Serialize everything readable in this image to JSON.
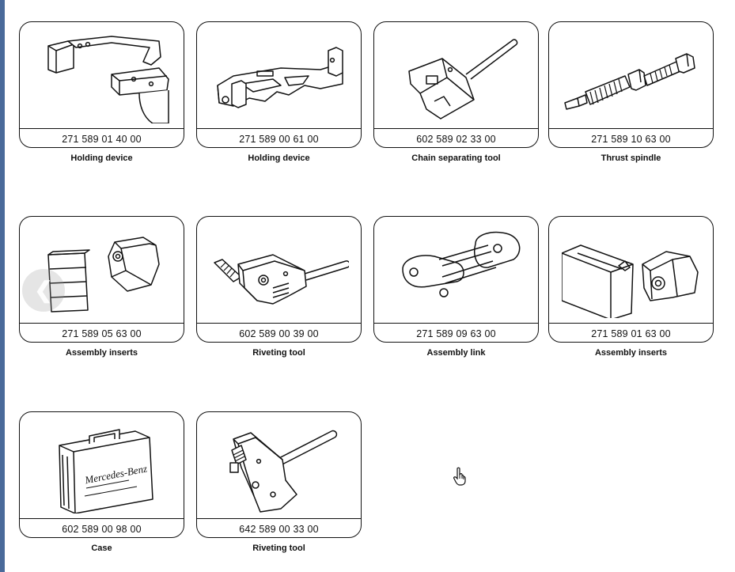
{
  "tools": [
    {
      "part_number": "271 589 01 40 00",
      "name": "Holding device",
      "icon": "holding-device-u-bracket-icon"
    },
    {
      "part_number": "271 589 00 61 00",
      "name": "Holding device",
      "icon": "holding-device-bar-icon"
    },
    {
      "part_number": "602 589 02 33 00",
      "name": "Chain separating tool",
      "icon": "chain-separating-tool-icon"
    },
    {
      "part_number": "271 589 10 63 00",
      "name": "Thrust spindle",
      "icon": "thrust-spindle-icon"
    },
    {
      "part_number": "271 589 05 63 00",
      "name": "Assembly inserts",
      "icon": "assembly-inserts-blocks-icon"
    },
    {
      "part_number": "602 589 00 39 00",
      "name": "Riveting tool",
      "icon": "riveting-tool-icon"
    },
    {
      "part_number": "271 589 09 63 00",
      "name": "Assembly link",
      "icon": "assembly-link-icon"
    },
    {
      "part_number": "271 589 01 63 00",
      "name": "Assembly inserts",
      "icon": "assembly-inserts-icon"
    },
    {
      "part_number": "602 589 00 98 00",
      "name": "Case",
      "icon": "case-icon",
      "label": "Mercedes-Benz"
    },
    {
      "part_number": "642 589 00 33 00",
      "name": "Riveting tool",
      "icon": "riveting-tool-icon"
    }
  ],
  "icons": {
    "nav": "chevron-left-icon",
    "cursor": "hand-pointer-icon"
  },
  "colors": {
    "line": "#111111",
    "left_strip": "#4a6a9a"
  }
}
